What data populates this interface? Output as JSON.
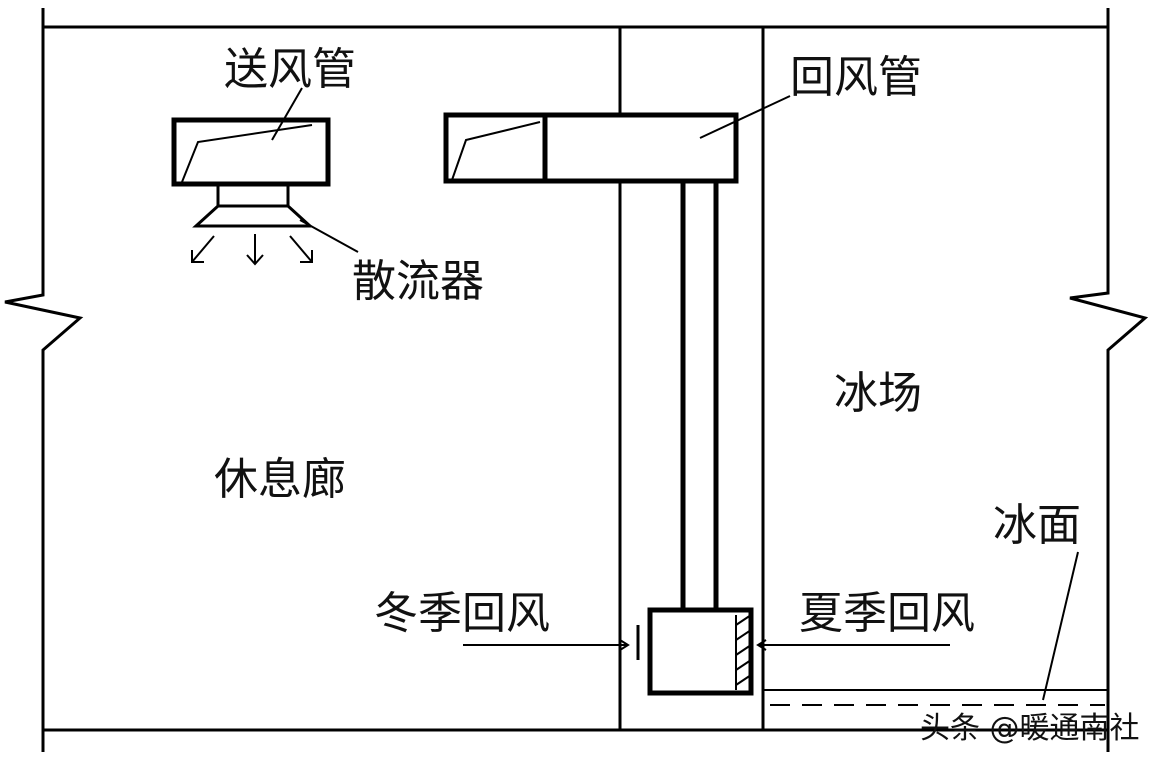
{
  "labels": {
    "supply_duct": "送风管",
    "return_duct": "回风管",
    "diffuser": "散流器",
    "ice_rink": "冰场",
    "corridor": "休息廊",
    "ice_surface": "冰面",
    "winter_return": "冬季回风",
    "summer_return": "夏季回风"
  },
  "watermark": "头条 @暖通南社"
}
